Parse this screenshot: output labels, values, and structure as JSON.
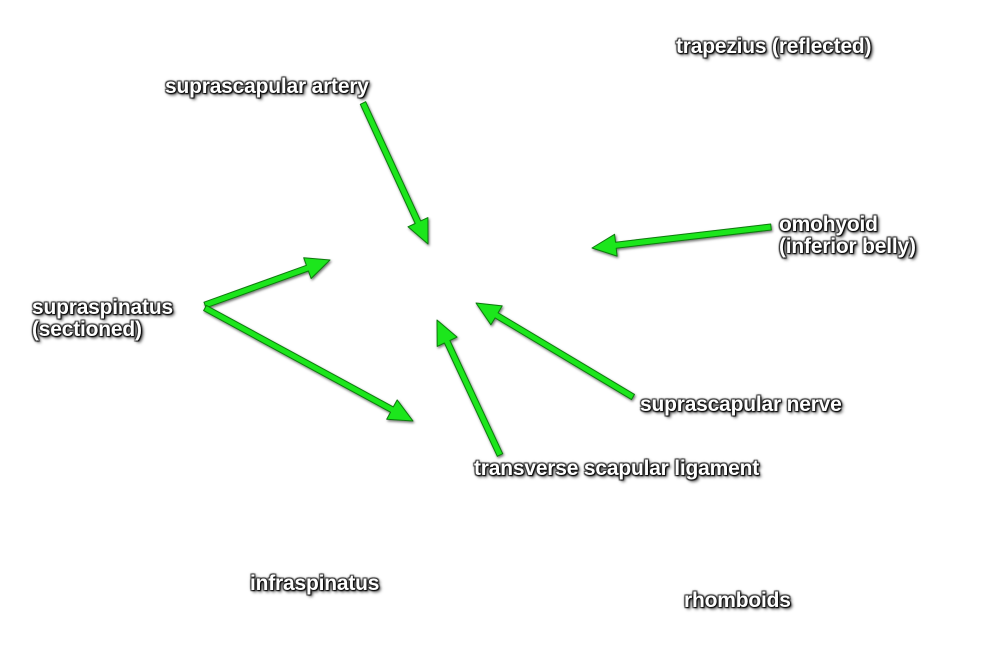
{
  "labels": {
    "trapezius": "trapezius (reflected)",
    "suprascapular_artery": "suprascapular artery",
    "omohyoid": [
      "omohyoid",
      "(inferior belly)"
    ],
    "supraspinatus": [
      "supraspinatus",
      "(sectioned)"
    ],
    "suprascapular_nerve": "suprascapular nerve",
    "transverse_scapular_ligament": "transverse scapular ligament",
    "infraspinatus": "infraspinatus",
    "rhomboids": "rhomboids"
  },
  "colors": {
    "arrow": "#1ee61e",
    "arrow_outline": "#0a7a0a",
    "label_text": "#ffffff",
    "background": "#ffffff"
  }
}
